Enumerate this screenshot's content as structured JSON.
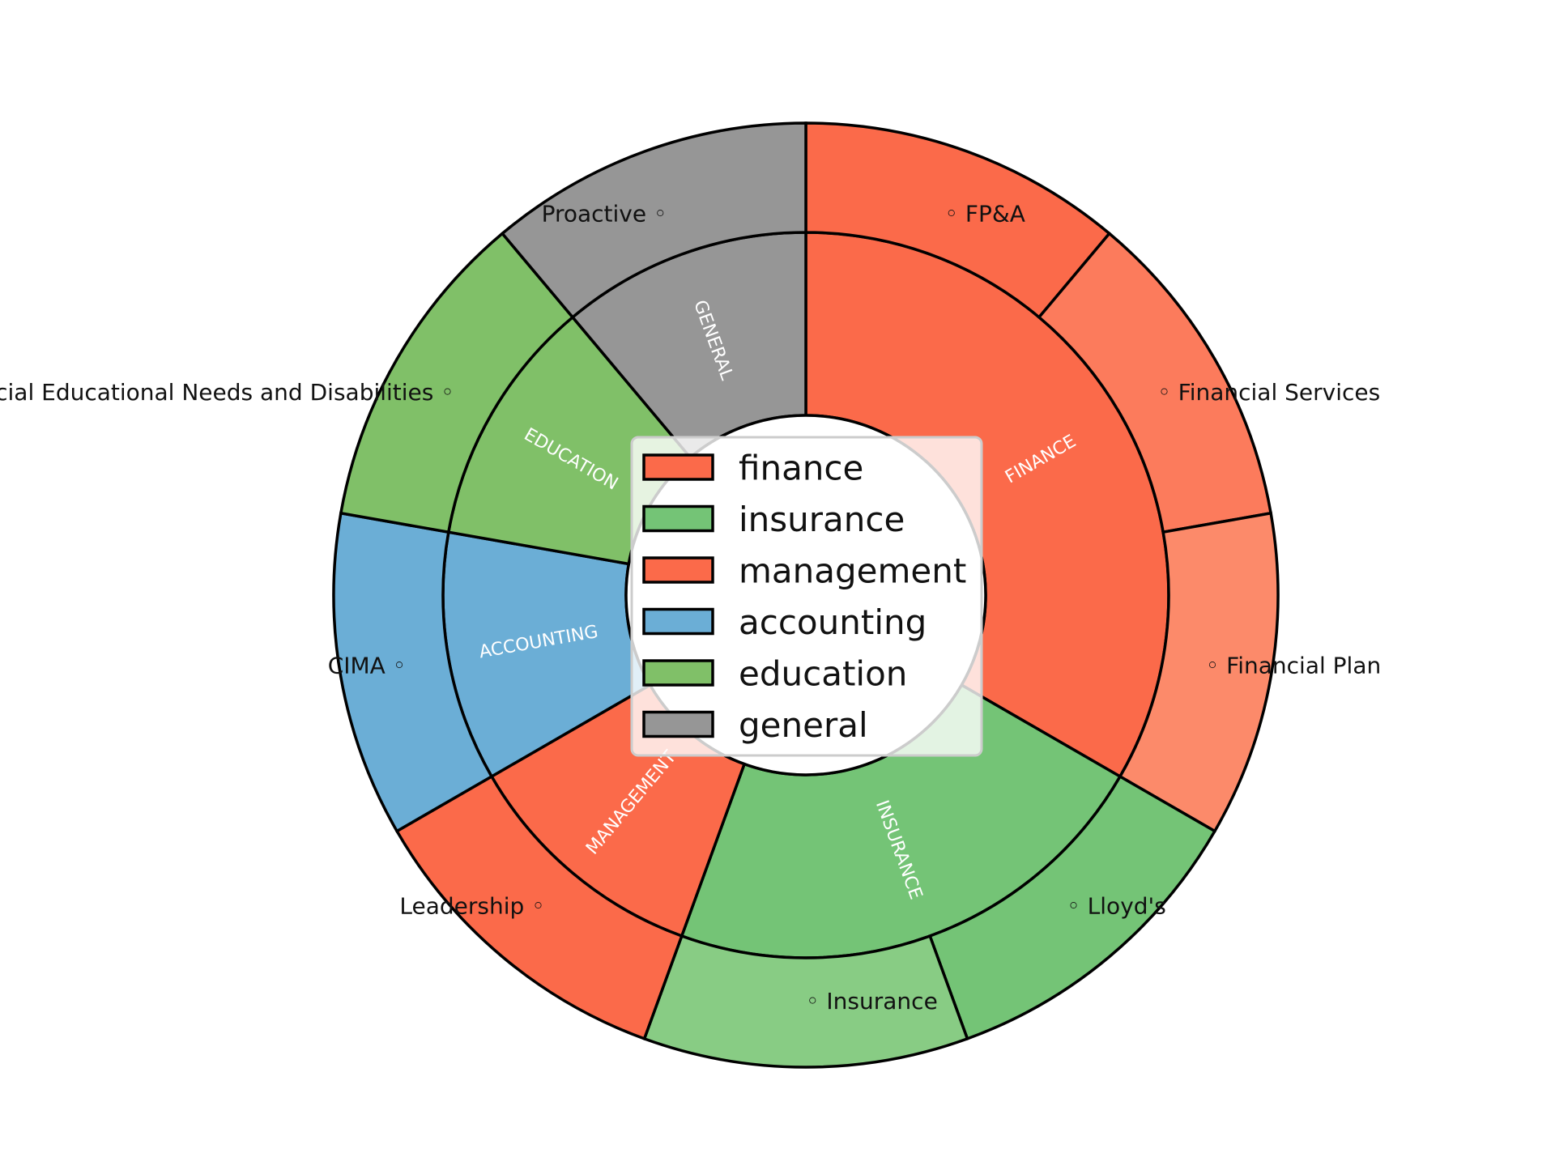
{
  "chart_data": {
    "type": "sunburst",
    "title": "",
    "colors": {
      "finance": "#fb6a4a",
      "insurance": "#74c476",
      "management": "#fb6a4a",
      "accounting": "#6baed6",
      "education": "#80c068",
      "general": "#969696"
    },
    "inner_ring": [
      {
        "name": "finance",
        "label": "FINANCE",
        "value": 3
      },
      {
        "name": "insurance",
        "label": "INSURANCE",
        "value": 2
      },
      {
        "name": "management",
        "label": "MANAGEMENT",
        "value": 1
      },
      {
        "name": "accounting",
        "label": "ACCOUNTING",
        "value": 1
      },
      {
        "name": "education",
        "label": "EDUCATION",
        "value": 1
      },
      {
        "name": "general",
        "label": "GENERAL",
        "value": 1
      }
    ],
    "outer_ring": [
      {
        "label": "FP&A",
        "parent": "finance",
        "value": 1,
        "color": "#fb6a4a"
      },
      {
        "label": "Financial Services",
        "parent": "finance",
        "value": 1,
        "color": "#fc7b5c"
      },
      {
        "label": "Financial Plan",
        "parent": "finance",
        "value": 1,
        "color": "#fc8a6a"
      },
      {
        "label": "Lloyd's",
        "parent": "insurance",
        "value": 1,
        "color": "#74c476"
      },
      {
        "label": "Insurance",
        "parent": "insurance",
        "value": 1,
        "color": "#88cc84"
      },
      {
        "label": "Leadership",
        "parent": "management",
        "value": 1,
        "color": "#fb6a4a"
      },
      {
        "label": "CIMA",
        "parent": "accounting",
        "value": 1,
        "color": "#6baed6"
      },
      {
        "label": "Special Educational Needs and Disabilities",
        "parent": "education",
        "value": 1,
        "color": "#80c068"
      },
      {
        "label": "Proactive",
        "parent": "general",
        "value": 1,
        "color": "#969696"
      }
    ],
    "legend": {
      "placement": "center",
      "entries": [
        {
          "label": "finance",
          "color": "#fb6a4a"
        },
        {
          "label": "insurance",
          "color": "#74c476"
        },
        {
          "label": "management",
          "color": "#fb6a4a"
        },
        {
          "label": "accounting",
          "color": "#6baed6"
        },
        {
          "label": "education",
          "color": "#80c068"
        },
        {
          "label": "general",
          "color": "#969696"
        }
      ]
    }
  }
}
